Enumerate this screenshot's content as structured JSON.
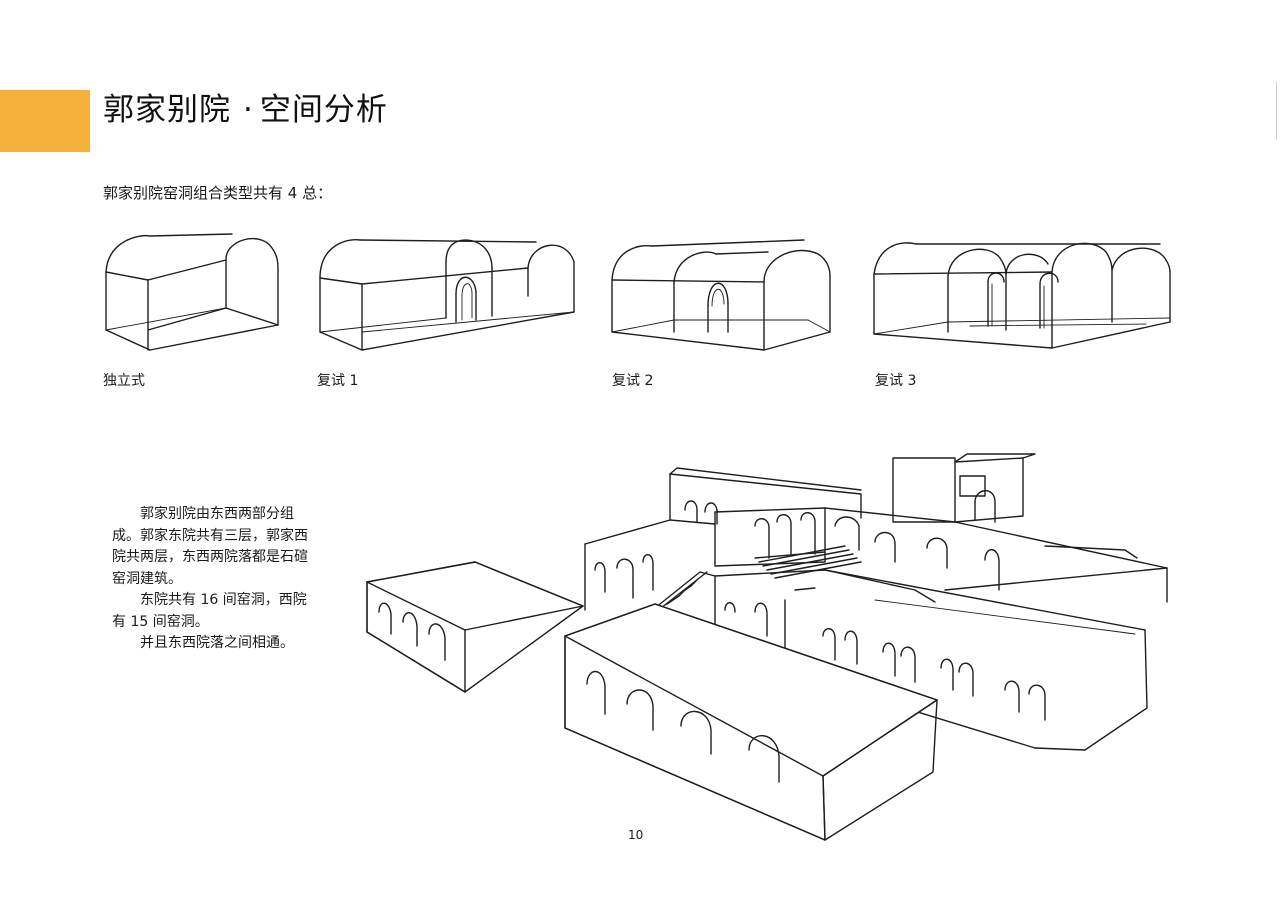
{
  "header": {
    "title": "郭家别院",
    "separator": "·",
    "subtitle": "空间分析"
  },
  "intro": "郭家别院窑洞组合类型共有 4 总：",
  "types": [
    {
      "label": "独立式"
    },
    {
      "label": "复试 1"
    },
    {
      "label": "复试 2"
    },
    {
      "label": "复试 3"
    }
  ],
  "description": [
    "郭家别院由东西两部分组成。郭家东院共有三层，郭家西院共两层，东西两院落都是石碹窑洞建筑。",
    "东院共有 16 间窑洞，西院有 15 间窑洞。",
    "并且东西院落之间相通。"
  ],
  "page_number": "10",
  "colors": {
    "accent": "#f6b03c",
    "line": "#1e1e1e"
  }
}
